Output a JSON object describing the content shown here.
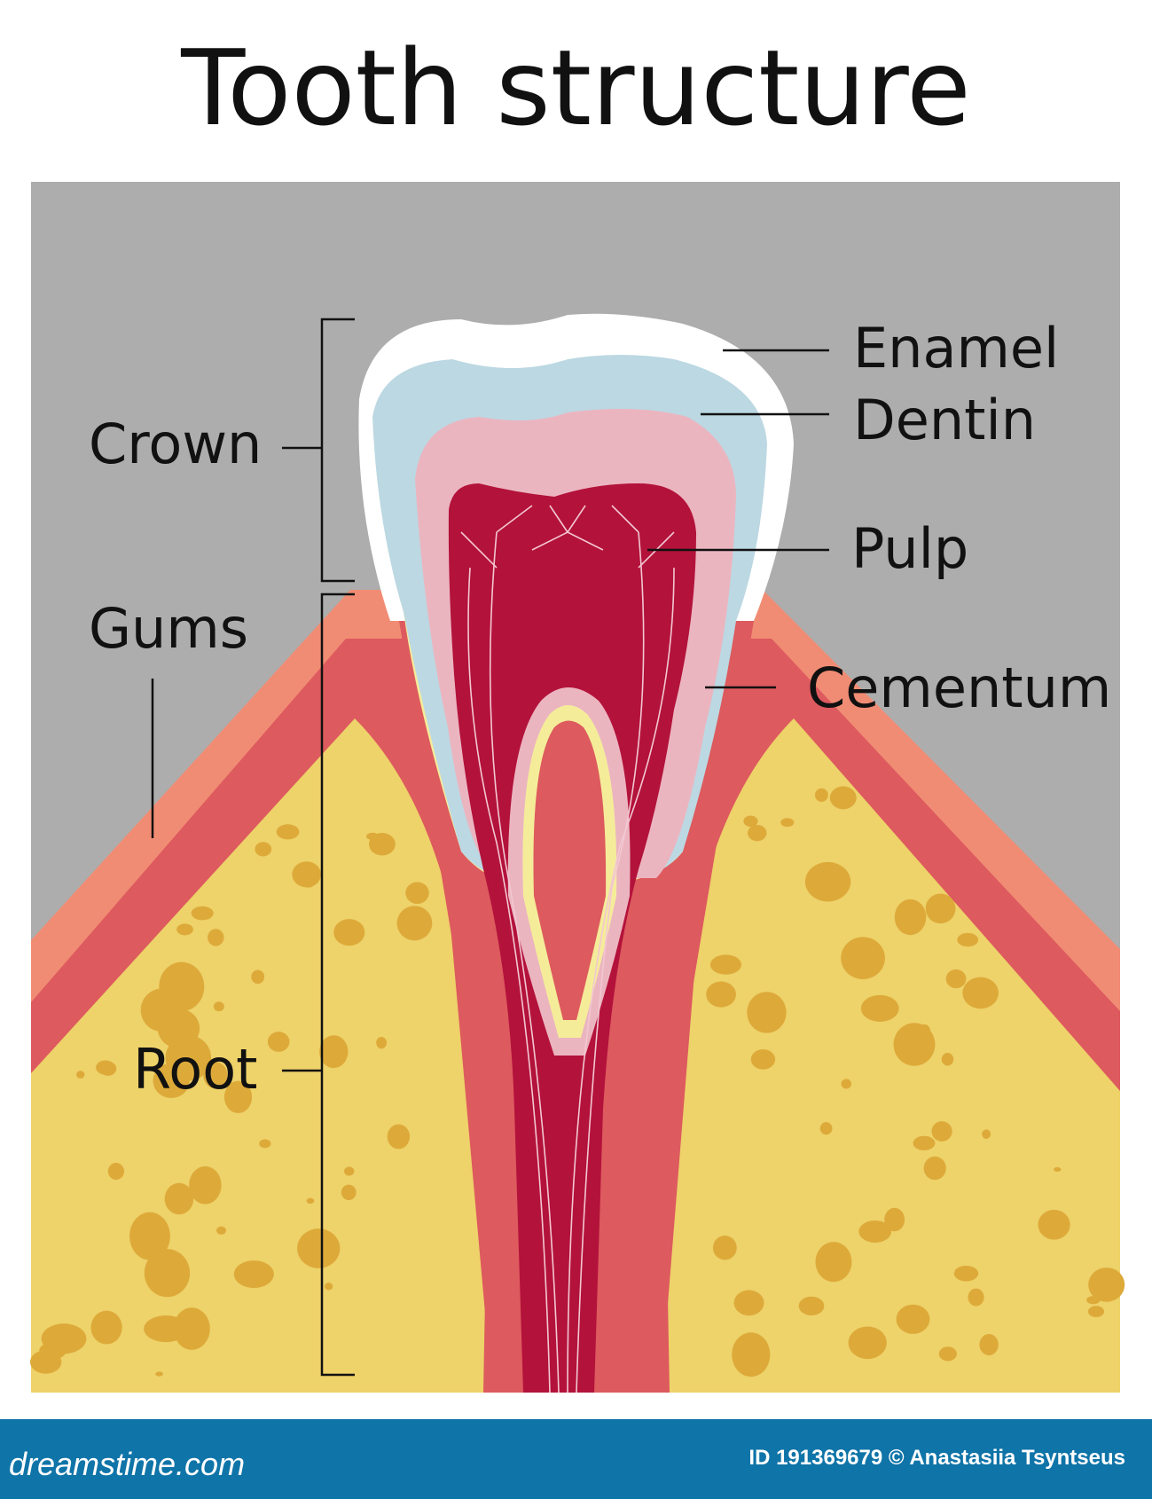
{
  "title": "Tooth structure",
  "labels": {
    "crown": "Crown",
    "gums": "Gums",
    "root": "Root",
    "enamel": "Enamel",
    "dentin": "Dentin",
    "pulp": "Pulp",
    "cementum": "Cementum"
  },
  "footer": {
    "brand": "dreamstime.com",
    "credit": "ID 191369679 © Anastasiia Tsyntseus"
  },
  "colors": {
    "background": "#adadad",
    "enamel": "#ffffff",
    "dentin": "#bcd8e2",
    "pulp_chamber": "#ebb5c0",
    "pulp": "#b3123b",
    "cementum": "#f5ec9a",
    "gum_outer": "#f18c74",
    "gum_inner": "#dd5a5e",
    "bone": "#eed26a",
    "bone_spots": "#ddaa3a",
    "footer": "#0f74a8"
  }
}
